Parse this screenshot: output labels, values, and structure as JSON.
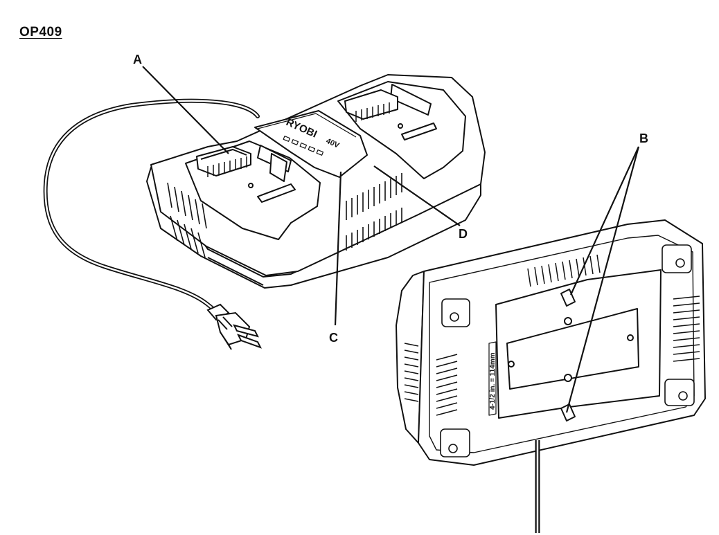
{
  "title": "OP409",
  "callouts": {
    "a": "A",
    "b": "B",
    "c": "C",
    "d": "D"
  },
  "product": {
    "brand_logo": "RYOBI",
    "voltage_label": "40V",
    "mount_spacing_label": "4-1/2 in. = 114mm"
  },
  "colors": {
    "line": "#111111",
    "background": "#ffffff"
  }
}
